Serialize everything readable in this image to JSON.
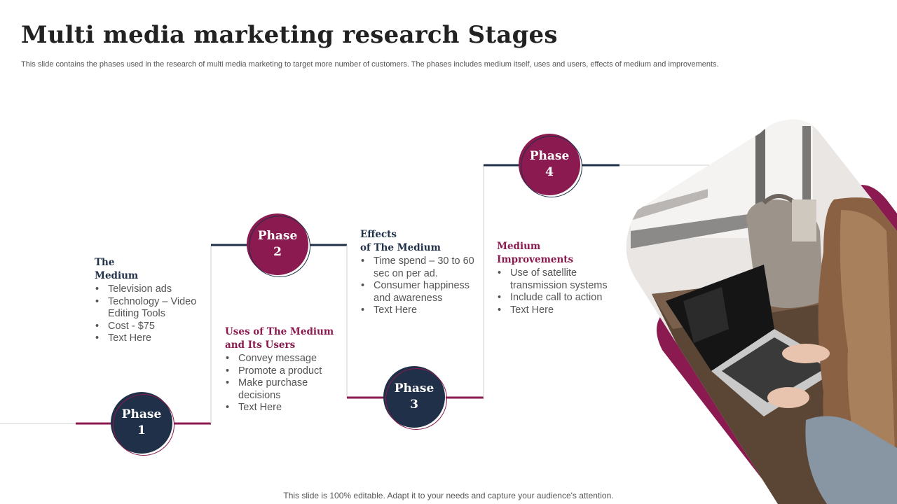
{
  "slide": {
    "title": "Multi media marketing research Stages",
    "subtitle": "This slide contains the phases used in the research of multi media marketing to target more number of customers. The phases includes  medium itself, uses and users, effects of medium and improvements.",
    "footer": "This slide is 100% editable. Adapt it to your needs and capture your audience's attention."
  },
  "phases": [
    {
      "word": "Phase",
      "number": "1"
    },
    {
      "word": "Phase",
      "number": "2"
    },
    {
      "word": "Phase",
      "number": "3"
    },
    {
      "word": "Phase",
      "number": "4"
    }
  ],
  "blocks": {
    "medium": {
      "heading_line1": "The",
      "heading_line2": "Medium",
      "items": [
        "Television ads",
        "Technology – Video Editing Tools",
        "Cost - $75",
        "Text Here"
      ]
    },
    "uses": {
      "heading_line1": "Uses of The Medium",
      "heading_line2": "and Its Users",
      "items": [
        "Convey message",
        "Promote a product",
        "Make purchase decisions",
        "Text Here"
      ]
    },
    "effects": {
      "heading_line1": "Effects",
      "heading_line2": "of The Medium",
      "items": [
        "Time spend – 30 to 60 sec on per ad.",
        "Consumer happiness and awareness",
        "Text Here"
      ]
    },
    "improvements": {
      "heading_line1": "Medium",
      "heading_line2": "Improvements",
      "items": [
        "Use of satellite transmission systems",
        "Include call to action",
        "Text Here"
      ]
    }
  },
  "colors": {
    "navy": "#1f3048",
    "plum": "#8a1a4f"
  }
}
